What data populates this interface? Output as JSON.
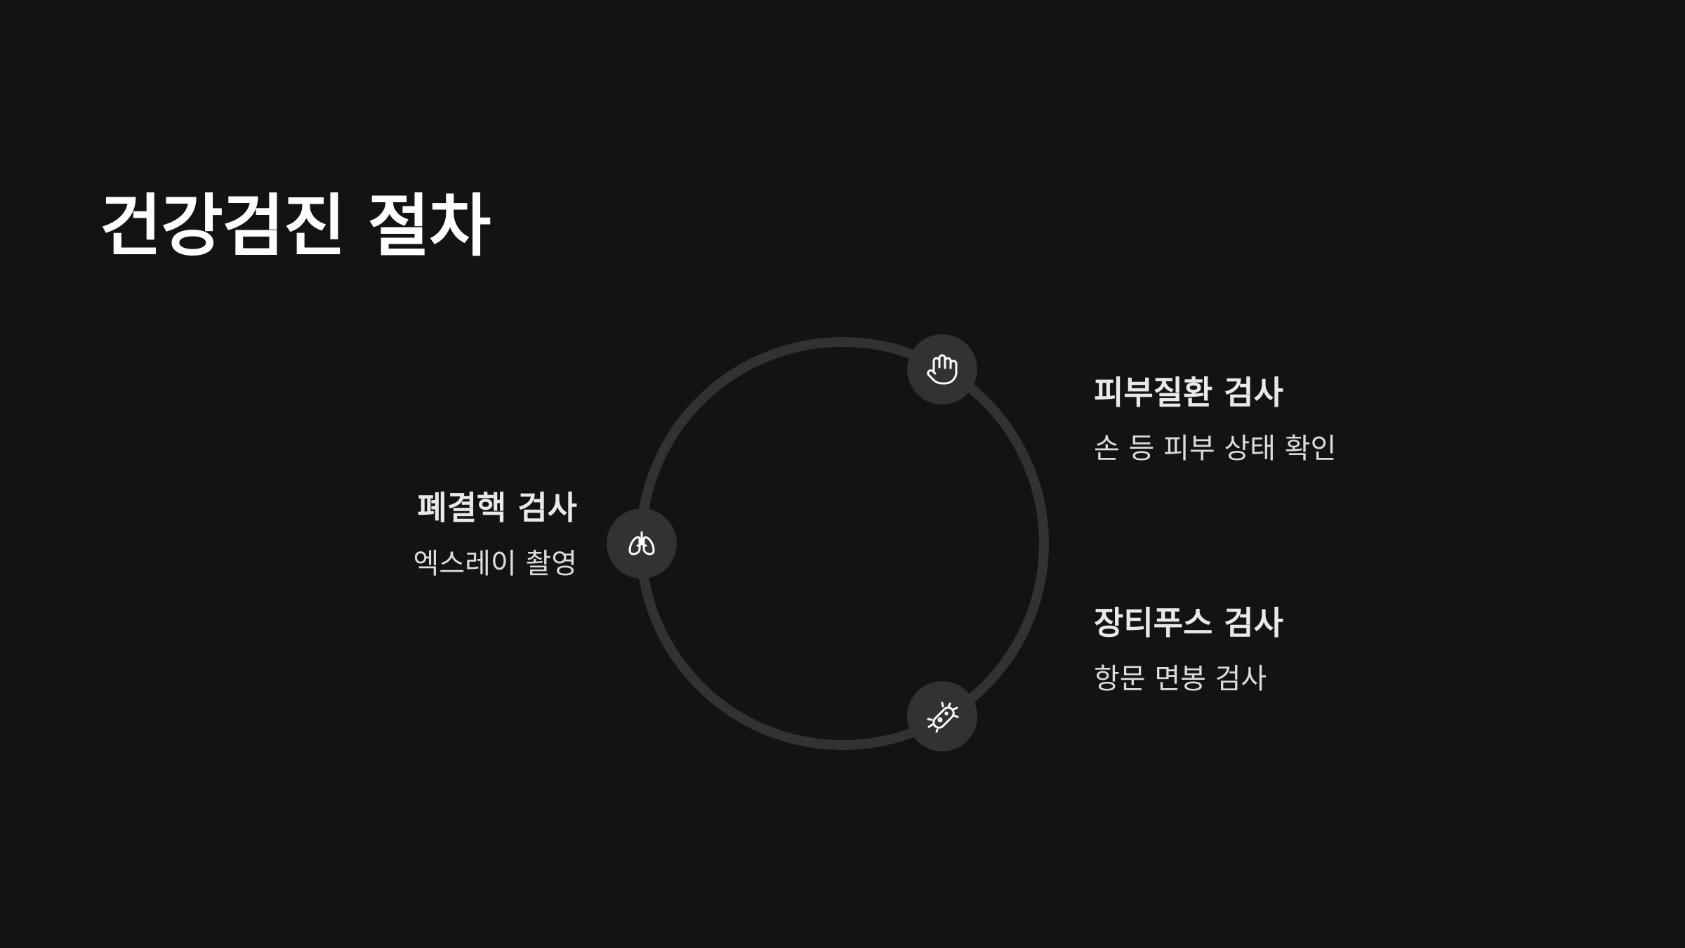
{
  "title": "건강검진 절차",
  "steps": [
    {
      "id": "skin",
      "title": "피부질환 검사",
      "description": "손 등 피부 상태 확인",
      "icon": "hand-icon"
    },
    {
      "id": "tb",
      "title": "폐결핵 검사",
      "description": "엑스레이 촬영",
      "icon": "lungs-icon"
    },
    {
      "id": "typhoid",
      "title": "장티푸스 검사",
      "description": "항문 면봉 검사",
      "icon": "bacteria-icon"
    }
  ],
  "colors": {
    "background": "#121315",
    "ring": "#323234",
    "node": "#323234",
    "icon": "#ffffff",
    "title": "#ffffff",
    "text": "#dcdcdd"
  }
}
